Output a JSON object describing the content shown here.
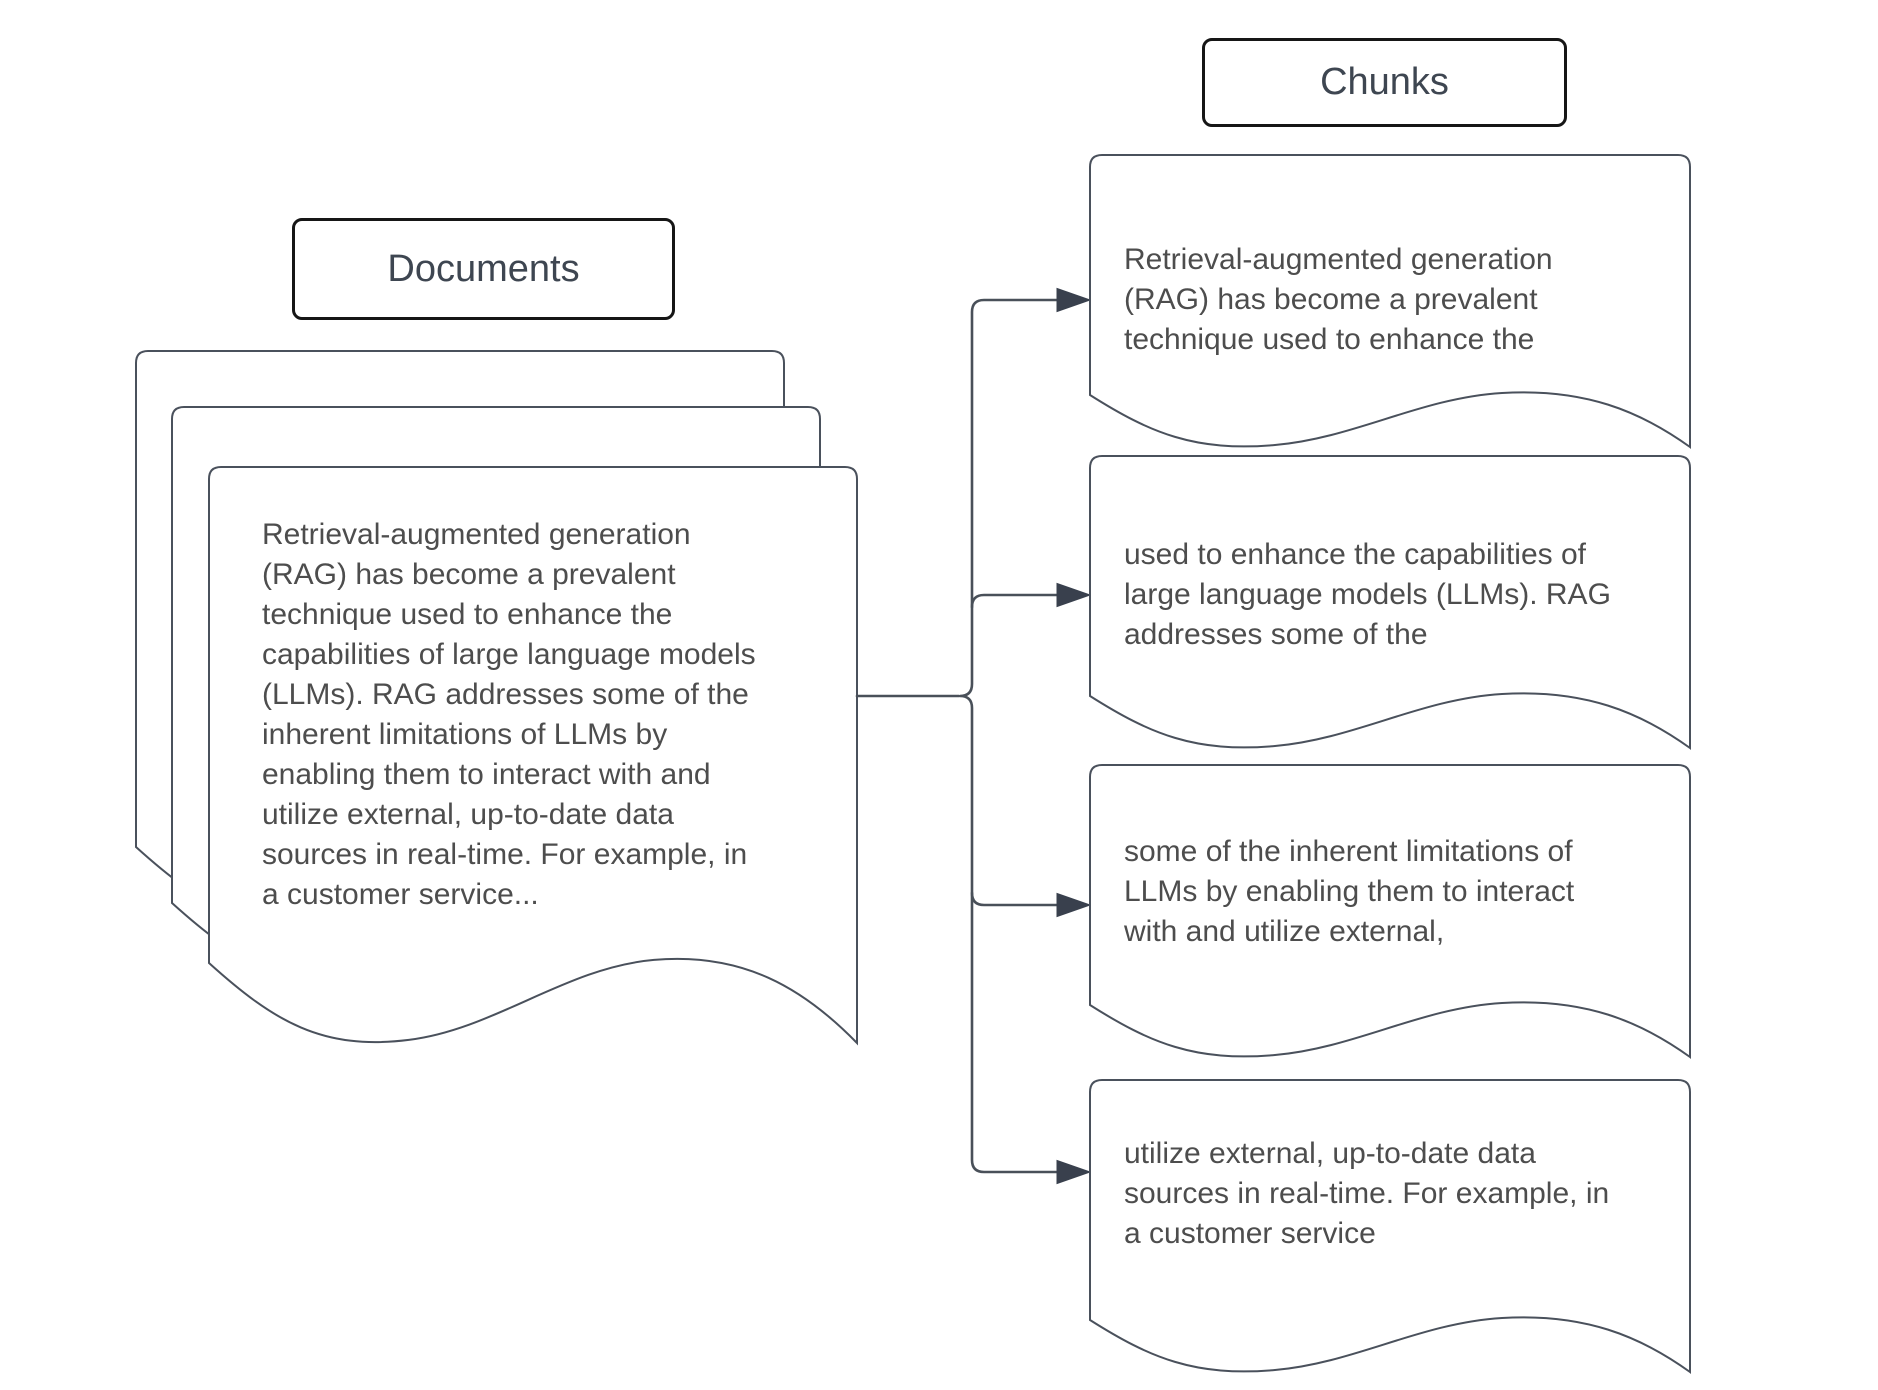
{
  "colors": {
    "background": "#ffffff",
    "shape-stroke": "#4a515c",
    "connector": "#495059",
    "arrowhead": "#39404d",
    "label-border": "#161616",
    "label-text": "#3e4651",
    "body-text": "#4d4d4d"
  },
  "labels": {
    "documents": "Documents",
    "chunks": "Chunks"
  },
  "document": {
    "text_lines": [
      "Retrieval-augmented generation",
      "(RAG) has become a prevalent",
      "technique used to enhance the",
      "capabilities of large language models",
      "(LLMs). RAG addresses some of the",
      "inherent limitations of LLMs by",
      "enabling them to interact with and",
      "utilize external, up-to-date data",
      "sources in real-time. For example, in",
      "a customer service..."
    ]
  },
  "chunks": [
    {
      "text_lines": [
        "Retrieval-augmented generation",
        "(RAG) has become a prevalent",
        "technique used to enhance the"
      ]
    },
    {
      "text_lines": [
        "used to enhance the capabilities of",
        "large language models (LLMs). RAG",
        "addresses some of the"
      ]
    },
    {
      "text_lines": [
        "some of the inherent limitations of",
        "LLMs by enabling them to interact",
        "with and utilize external,"
      ]
    },
    {
      "text_lines": [
        "utilize external, up-to-date data",
        "sources in real-time. For example, in",
        "a customer service"
      ]
    }
  ]
}
